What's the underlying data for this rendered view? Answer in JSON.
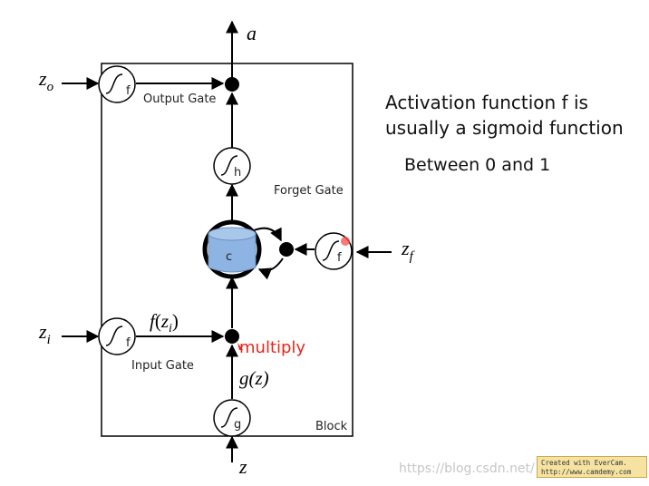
{
  "diagram": {
    "block_label": "Block",
    "output_gate_label": "Output Gate",
    "forget_gate_label": "Forget Gate",
    "input_gate_label": "Input Gate",
    "cell_label": "c",
    "multiply_label": "multiply",
    "multiply_color": "#e8261b",
    "cell_fill": "#8db4e2",
    "activation_labels": {
      "output": "f",
      "h": "h",
      "forget": "f",
      "input": "f",
      "g": "g"
    },
    "inputs": {
      "a": "a",
      "z_o_base": "z",
      "z_o_sub": "o",
      "z_i_base": "z",
      "z_i_sub": "i",
      "z_f_base": "z",
      "z_f_sub": "f",
      "z": "z"
    },
    "f_zi": {
      "f": "f",
      "open": "(",
      "z": "z",
      "sub": "i",
      "close": ")"
    },
    "g_z": "g(z)"
  },
  "notes": {
    "line1": "Activation function f is",
    "line2": "usually a sigmoid function",
    "range": "Between 0 and 1"
  },
  "watermark": "https://blog.csdn.net/",
  "evercam": {
    "line1": "Created with EverCam.",
    "line2": "http://www.camdemy.com"
  }
}
